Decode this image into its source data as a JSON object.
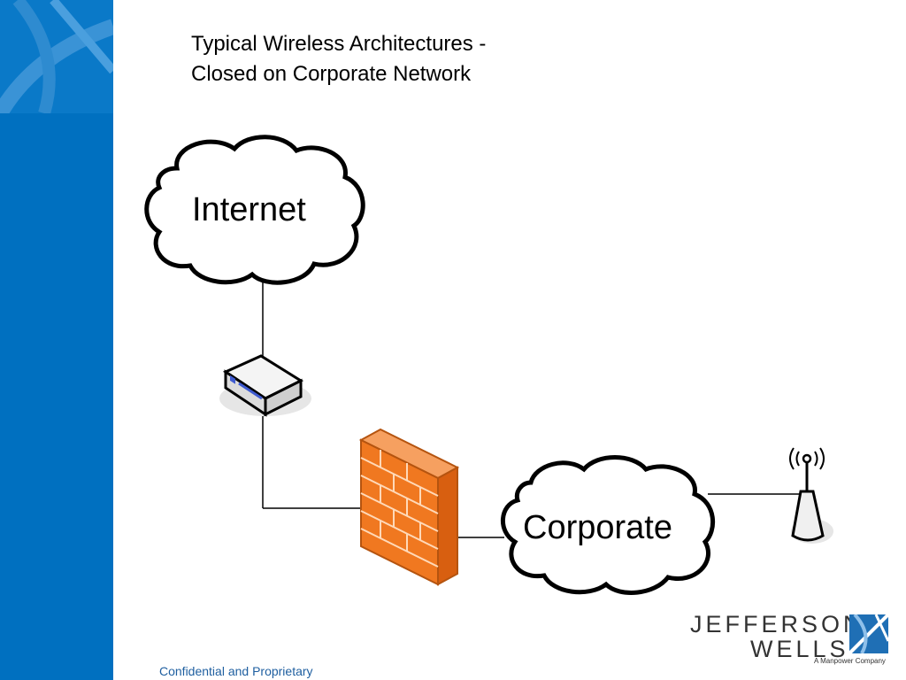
{
  "title": {
    "line1": "Typical Wireless Architectures -",
    "line2": "Closed on Corporate Network"
  },
  "nodes": {
    "internet": "Internet",
    "corporate": "Corporate"
  },
  "footer": "Confidential and Proprietary",
  "brand": {
    "line1": "JEFFERSON",
    "line2": "WELLS",
    "tagline": "A Manpower Company"
  },
  "colors": {
    "sidebar": "#0070c0",
    "firewall": "#f07820",
    "footer_text": "#1f5fa0"
  }
}
